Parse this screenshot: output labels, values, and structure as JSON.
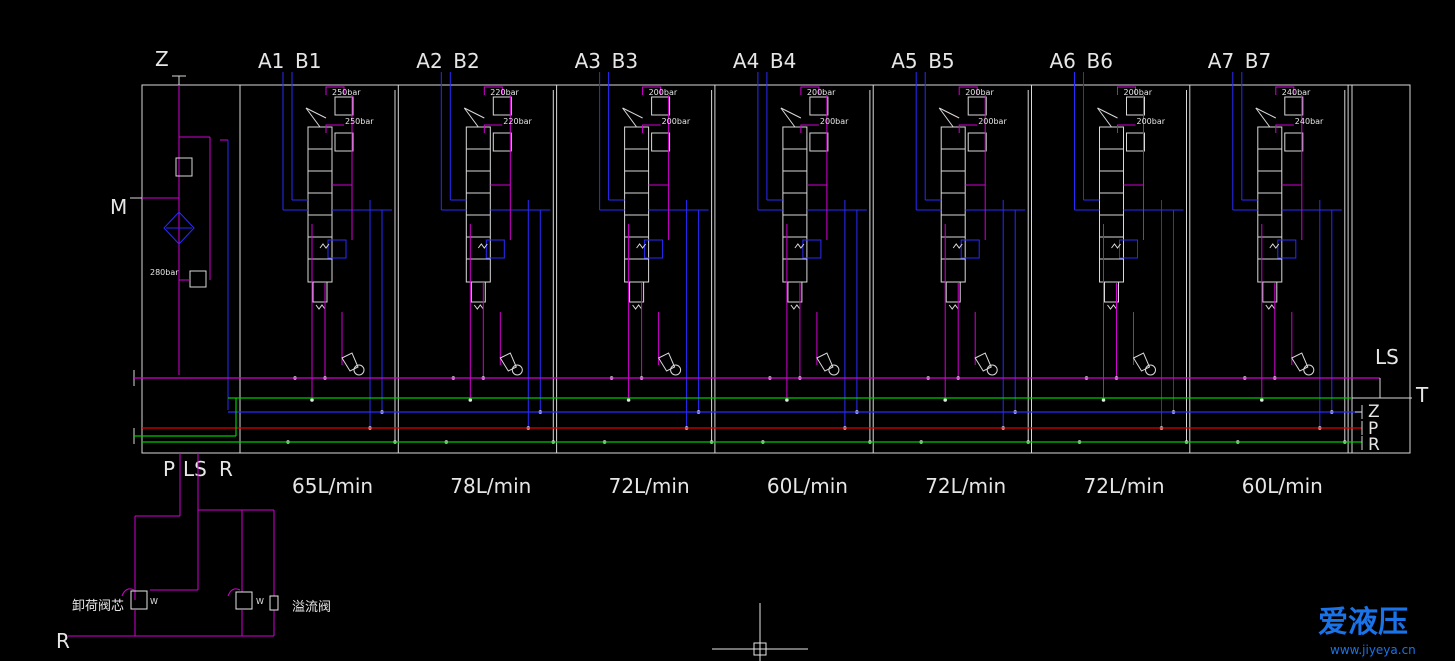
{
  "left_labels": {
    "z": "Z",
    "m": "M",
    "p": "P",
    "ls": "LS",
    "r": "R",
    "inlet_pressure": "280bar"
  },
  "right_labels": {
    "ls": "LS",
    "t": "T",
    "z": "Z",
    "p": "P",
    "r": "R"
  },
  "sections": [
    {
      "a": "A1",
      "b": "B1",
      "flow": "65L/min",
      "p1": "250bar",
      "p2": "250bar"
    },
    {
      "a": "A2",
      "b": "B2",
      "flow": "78L/min",
      "p1": "220bar",
      "p2": "220bar"
    },
    {
      "a": "A3",
      "b": "B3",
      "flow": "72L/min",
      "p1": "200bar",
      "p2": "200bar"
    },
    {
      "a": "A4",
      "b": "B4",
      "flow": "60L/min",
      "p1": "200bar",
      "p2": "200bar"
    },
    {
      "a": "A5",
      "b": "B5",
      "flow": "72L/min",
      "p1": "200bar",
      "p2": "200bar"
    },
    {
      "a": "A6",
      "b": "B6",
      "flow": "72L/min",
      "p1": "200bar",
      "p2": "200bar"
    },
    {
      "a": "A7",
      "b": "B7",
      "flow": "60L/min",
      "p1": "240bar",
      "p2": "240bar"
    }
  ],
  "lower_circuit": {
    "unload_valve": "卸荷阀芯",
    "relief_valve": "溢流阀",
    "r": "R"
  },
  "watermark": {
    "brand": "爱液压",
    "url": "www.jiyeya.cn"
  },
  "colors": {
    "background": "#000000",
    "frame": "#d9d9d9",
    "magenta": "#d400d4",
    "blue": "#2a2aff",
    "green": "#00c800",
    "red": "#e00000",
    "watermark": "#1a73e8"
  }
}
